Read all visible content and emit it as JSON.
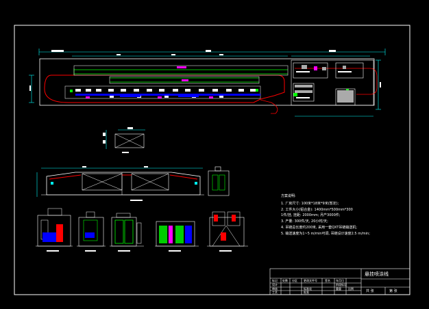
{
  "title_block": {
    "drawing_title": "悬挂喷涂线",
    "sheet_total_label": "共  张",
    "sheet_no_label": "第  张",
    "header_row": [
      "标记",
      "处数",
      "分区",
      "更改文件号",
      "签名",
      "年月日"
    ],
    "sign_rows": [
      "设计",
      "审核",
      "工艺",
      "标准化",
      "批准"
    ],
    "stage_label": "阶段标记",
    "weight_label": "重量",
    "scale_label": "比例"
  },
  "notes": {
    "heading": "方案说明:",
    "items": [
      "1. 厂房尺寸: 100米*18米*9米(暂定);",
      "2. 工件大小(铝合金): 1400mm*500mm*300",
      "   1件/挂, 挂距: 2000mm; 月产3000件;",
      "3. 产量: 300件/天, 20小时/天;",
      "4. 吊链总长度约200米, 采用一套QXT吊链输送机;",
      "5. 输送速度为1~5 m/min可调, 吊链设计速度2.5 m/min;"
    ]
  },
  "colors": {
    "background": "#000000",
    "frame": "#ffffff",
    "conveyor": "#ff0000",
    "track": "#00ff00",
    "equipment": "#0000ff",
    "dimension": "#00ffff",
    "accent": "#ff00ff"
  }
}
